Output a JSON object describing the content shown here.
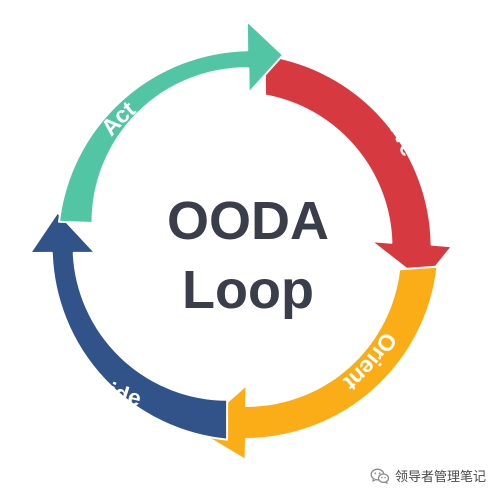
{
  "diagram": {
    "center": {
      "line1": "OODA",
      "line2": "Loop"
    },
    "segments": [
      {
        "name": "observe",
        "label": "Observe",
        "color": "#d63a40"
      },
      {
        "name": "orient",
        "label": "Orient",
        "color": "#fbad18"
      },
      {
        "name": "decide",
        "label": "Decide",
        "color": "#325389"
      },
      {
        "name": "act",
        "label": "Act",
        "color": "#52c5a5"
      }
    ],
    "center_text_color": "#3a3d4a"
  },
  "watermark": {
    "icon": "wechat-icon",
    "text": "领导者管理笔记"
  }
}
